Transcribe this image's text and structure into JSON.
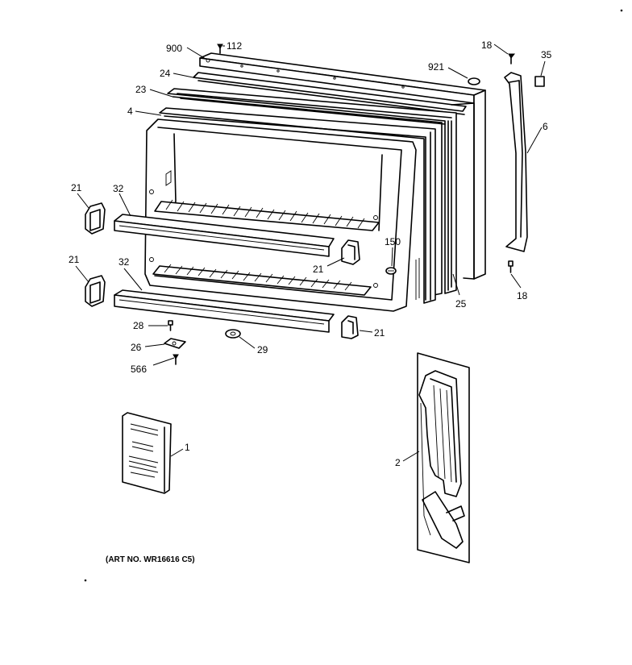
{
  "art_number": "(ART NO. WR16616 C5)",
  "callouts": {
    "c900": "900",
    "c112": "112",
    "c18_top": "18",
    "c35": "35",
    "c921": "921",
    "c24": "24",
    "c23": "23",
    "c4": "4",
    "c6": "6",
    "c21_a": "21",
    "c32_a": "32",
    "c150": "150",
    "c21_b": "21",
    "c21_c": "21",
    "c32_b": "32",
    "c25": "25",
    "c18_bottom": "18",
    "c28": "28",
    "c21_d": "21",
    "c26": "26",
    "c29": "29",
    "c566": "566",
    "c1": "1",
    "c2": "2"
  }
}
